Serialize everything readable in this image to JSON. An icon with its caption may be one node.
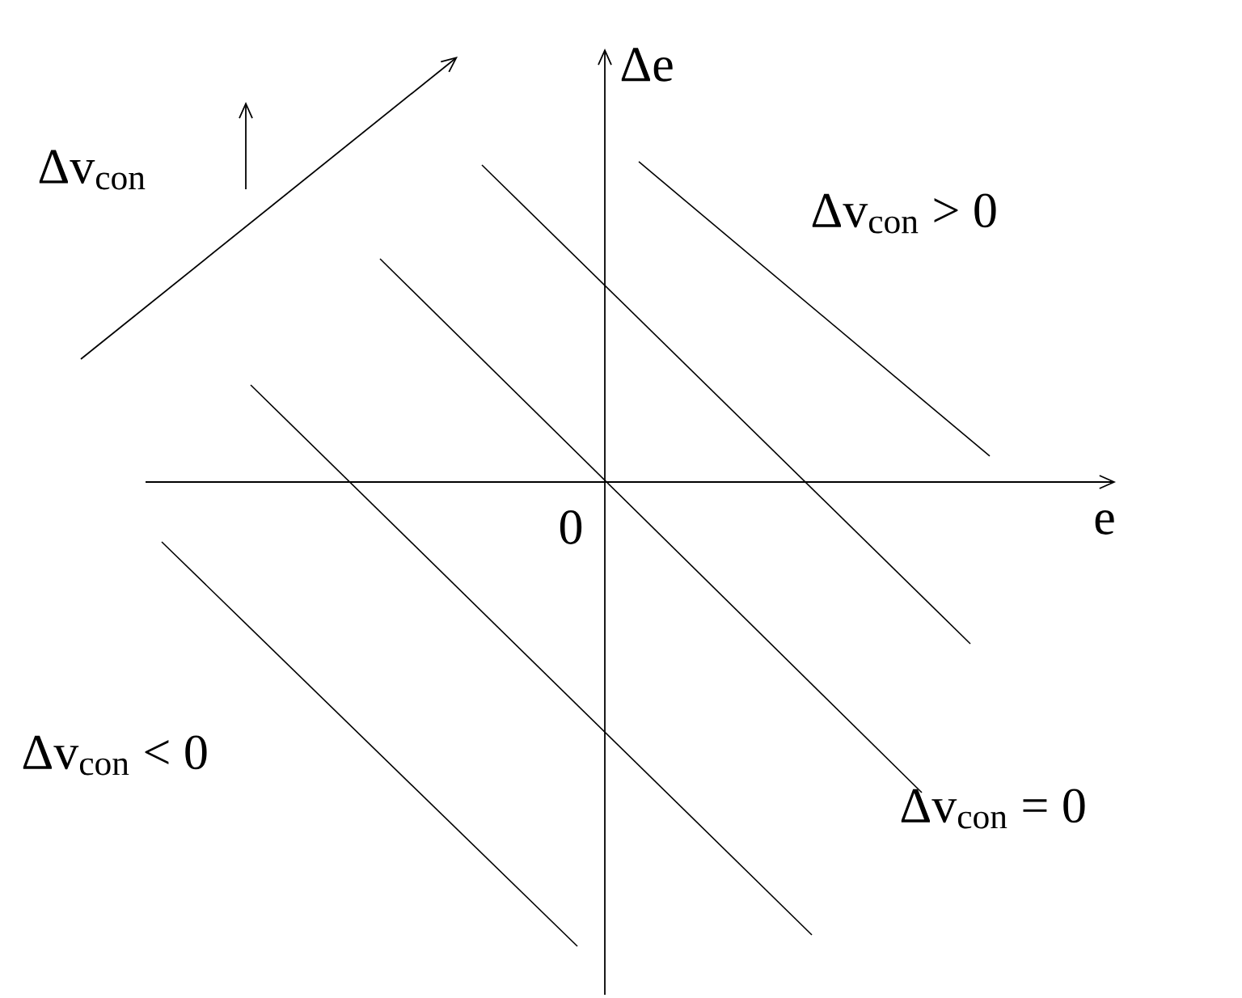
{
  "diagram": {
    "labels": [
      "Δv$_{con}$",
      "Δe",
      "Δv$_{con}$ > 0",
      "0",
      "e",
      "Δv$_{con}$ < 0",
      "Δv$_{con}$ = 0"
    ]
  }
}
